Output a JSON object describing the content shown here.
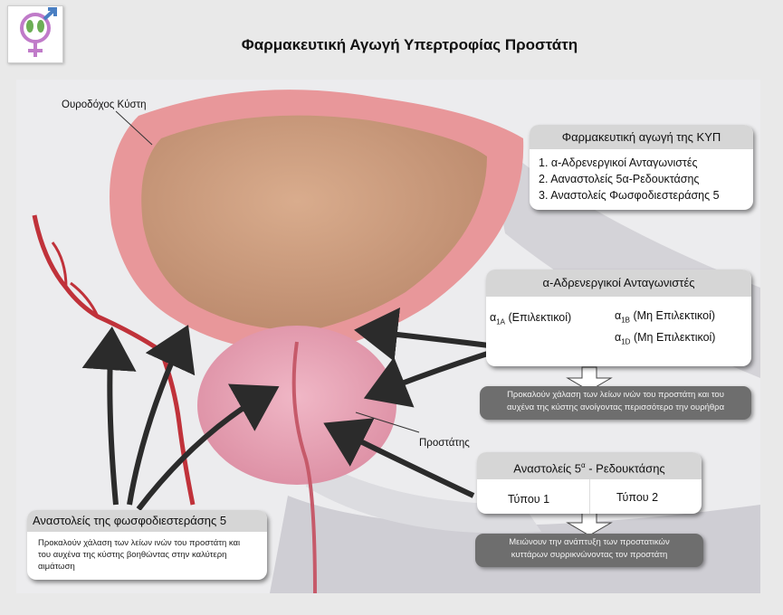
{
  "title": "Φαρμακευτική Αγωγή Υπερτροφίας Προστάτη",
  "anatomy_labels": {
    "bladder": "Ουροδόχος Κύστη",
    "prostate": "Προστάτης"
  },
  "treatment_box": {
    "header": "Φαρμακευτική αγωγή της ΚΥΠ",
    "items": [
      "1. α-Αδρενεργικοί Ανταγωνιστές",
      "2. Ααναστολείς 5α-Ρεδουκτάσης",
      "3. Αναστολείς Φωσφοδιεστεράσης 5"
    ]
  },
  "alpha_box": {
    "header": "α-Αδρενεργικοί Ανταγωνιστές",
    "selective": {
      "prefix": "α",
      "sub": "1A",
      "text": " (Επιλεκτικοί)"
    },
    "nonselective_b": {
      "prefix": "α",
      "sub": "1B",
      "text": " (Μη Επιλεκτικοί)"
    },
    "nonselective_d": {
      "prefix": "α",
      "sub": "1D",
      "text": " (Μη Επιλεκτικοί)"
    },
    "result": [
      "Προκαλούν χάλαση των λείων ινών του προστάτη και του",
      "αυχένα της κύστης ανοίγοντας περισσότερο την ουρήθρα"
    ]
  },
  "reductase_box": {
    "header_pre": "Αναστολείς 5",
    "header_sup": "α",
    "header_post": " - Ρεδουκτάσης",
    "type1": "Τύπου 1",
    "type2": "Τύπου 2",
    "result": [
      "Μειώνουν την ανάπτυξη των προστατικών",
      "κυττάρων συρρικνώνοντας  τον προστάτη"
    ]
  },
  "pde5_box": {
    "header": "Αναστολείς της φωσφοδιεστεράσης 5",
    "text": [
      "Προκαλούν χάλαση των λείων ινών του προστάτη και",
      "του αυχένα της κύστης βοηθώντας στην καλύτερη",
      "αιμάτωση"
    ]
  },
  "colors": {
    "bladder_wall": "#e8979a",
    "bladder_lumen": "#cf9e80",
    "prostate": "#e9a3b4",
    "artery": "#c0323a",
    "arrow": "#2b2b2b",
    "result_box": "#6e6e6e",
    "box_header": "#d6d6d6"
  }
}
